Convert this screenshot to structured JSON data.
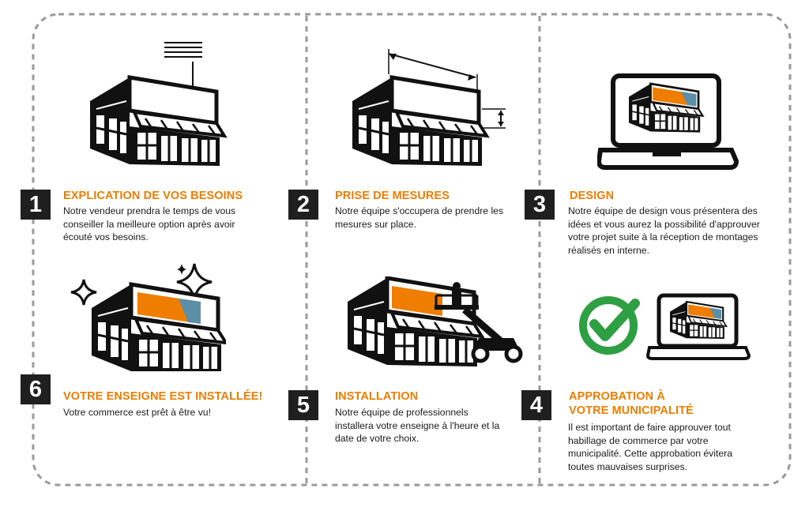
{
  "colors": {
    "accent": "#ef7d00",
    "check": "#2ea043",
    "ink": "#111111",
    "border": "#9a9a9a",
    "facade_blue": "#5b8fa8"
  },
  "steps": [
    {
      "number": "1",
      "title": "EXPLICATION DE VOS BESOINS",
      "text": "Notre vendeur prendra le temps de vous conseiller la meilleure option après avoir écouté vos besoins.",
      "icon": "storefront-with-sign-lines-icon"
    },
    {
      "number": "2",
      "title": "PRISE DE MESURES",
      "text": "Notre équipe s'occupera de prendre les mesures sur place.",
      "icon": "storefront-measurement-icon"
    },
    {
      "number": "3",
      "title": "DESIGN",
      "text": "Notre équipe de design vous présentera des idées et vous aurez la possibilité d'approuver votre projet suite à la réception de montages réalisés en interne.",
      "icon": "laptop-storefront-icon"
    },
    {
      "number": "4",
      "title_line1": "APPROBATION À",
      "title_line2": "VOTRE MUNICIPALITÉ",
      "text": "Il est important de faire approuver tout habillage de commerce par votre municipalité. Cette approbation évitera toutes mauvaises surprises.",
      "icon": "checkmark-laptop-icon"
    },
    {
      "number": "5",
      "title": "INSTALLATION",
      "text": "Notre équipe de professionnels installera votre enseigne à l'heure et la date de votre choix.",
      "icon": "boom-lift-installation-icon"
    },
    {
      "number": "6",
      "title": "VOTRE ENSEIGNE EST INSTALLÉE!",
      "text": "Votre commerce est prêt à être vu!",
      "icon": "sparkling-storefront-icon"
    }
  ]
}
